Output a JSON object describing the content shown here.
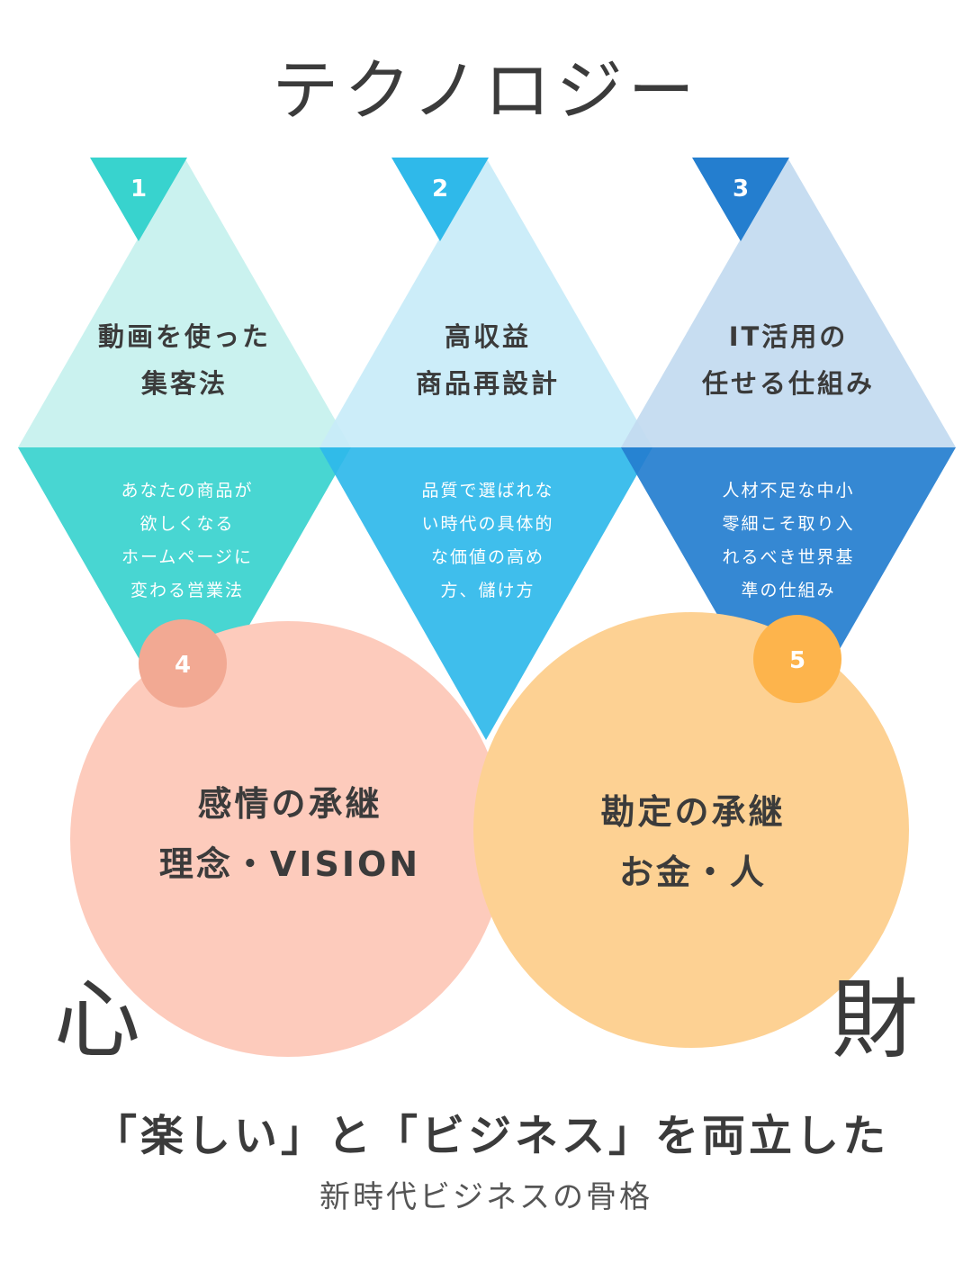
{
  "header": {
    "title": "テクノロジー"
  },
  "diamonds": [
    {
      "number": "1",
      "title_lines": [
        "動画を使った",
        "集客法"
      ],
      "desc_lines": [
        "あなたの商品が",
        "欲しくなる",
        "ホームページに",
        "変わる営業法"
      ],
      "colors": {
        "light": "#c6f1ee",
        "dark": "#38d3ce"
      }
    },
    {
      "number": "2",
      "title_lines": [
        "高収益",
        "商品再設計"
      ],
      "desc_lines": [
        "品質で選ばれな",
        "い時代の具体的",
        "な価値の高め",
        "方、儲け方"
      ],
      "colors": {
        "light": "#c8ecf9",
        "dark": "#2fb9ea"
      }
    },
    {
      "number": "3",
      "title_lines": [
        "IT活用の",
        "任せる仕組み"
      ],
      "desc_lines": [
        "人材不足な中小",
        "零細こそ取り入",
        "れるべき世界基",
        "準の仕組み"
      ],
      "colors": {
        "light": "#c2daf0",
        "dark": "#247ecf"
      }
    }
  ],
  "circles": [
    {
      "number": "4",
      "title_lines": [
        "感情の承継",
        "理念・VISION"
      ],
      "kanji": "心",
      "colors": {
        "fill": "#fdcbbc",
        "badge": "#f2a993"
      }
    },
    {
      "number": "5",
      "title_lines": [
        "勘定の承継",
        "お金・人"
      ],
      "kanji": "財",
      "colors": {
        "fill": "#fdd193",
        "badge": "#fdb44c"
      }
    }
  ],
  "footer": {
    "headline": "「楽しい」と「ビジネス」を両立した",
    "subline": "新時代ビジネスの骨格"
  }
}
